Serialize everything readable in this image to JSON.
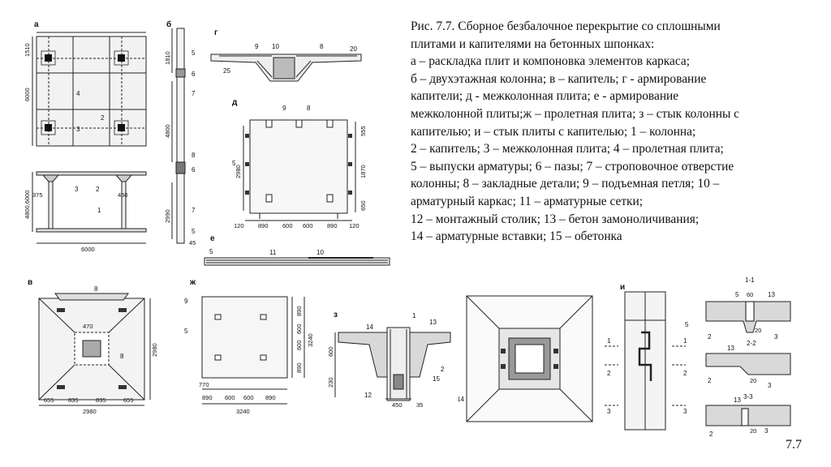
{
  "caption": {
    "lines": [
      "Рис. 7.7. Сборное безбалочное перекрытие со сплошными",
      "плитами и капителями на бетонных шпонках:",
      "а – раскладка плит и компоновка элементов каркаса;",
      "б – двухэтажная колонна; в – капитель; г - армирование",
      "капители; д -  межколонная плита; е - армирование",
      "межколонной плиты;ж – пролетная плита; з – стык колонны с",
      "капителью; и – стык плиты с капителью; 1 – колонна;",
      "2 – капитель; 3 – межколонная плита; 4 – пролетная плита;",
      " 5 – выпуски арматуры; 6 – пазы; 7 – строповочное отверстие",
      "колонны; 8 – закладные детали; 9 – подъемная петля; 10 –",
      "арматурный каркас; 11 – арматурные сетки;",
      "12 – монтажный столик; 13 – бетон замоноличивания;",
      "14 – арматурные вставки; 15 – обетонка"
    ]
  },
  "page_number": "7.7",
  "panels": {
    "a": {
      "label": "а",
      "dims": {
        "top": "1510",
        "left_plan": "6000",
        "left_sec": "4800,6000",
        "d375": "375",
        "d450": "450",
        "bottom": "6000"
      },
      "marks": {
        "m4": "4",
        "m3": "3",
        "m2": "2",
        "s3": "3",
        "s2": "2",
        "s1": "1"
      }
    },
    "b": {
      "label": "б",
      "dims": {
        "d1810": "1810",
        "d4800": "4800",
        "d2990": "2990",
        "d45": "45"
      },
      "marks": {
        "m5a": "5",
        "m6a": "6",
        "m7a": "7",
        "m8": "8",
        "m6b": "6",
        "m7b": "7",
        "m5b": "5"
      }
    },
    "g": {
      "label": "г",
      "marks": {
        "m9": "9",
        "m10": "10",
        "m8": "8",
        "m20": "20",
        "m25": "25"
      }
    },
    "d": {
      "label": "д",
      "dims": {
        "left": "2980",
        "r555": "555",
        "r1870": "1870",
        "r650": "650",
        "b120a": "120",
        "b890a": "890",
        "b600a": "600",
        "b600b": "600",
        "b890b": "890",
        "b120b": "120"
      },
      "marks": {
        "m9": "9",
        "m8": "8",
        "m5": "5"
      }
    },
    "e": {
      "label": "е",
      "marks": {
        "m5": "5",
        "m11": "11",
        "m10": "10"
      }
    },
    "v": {
      "label": "в",
      "marks": {
        "top8": "8",
        "r8": "8"
      },
      "dims": {
        "d470": "470",
        "right": "2980",
        "b655a": "655",
        "b835a": "835",
        "b835b": "835",
        "b655b": "655",
        "total": "2980"
      }
    },
    "zh": {
      "label": "ж",
      "marks": {
        "m9": "9",
        "m5": "5"
      },
      "dims": {
        "r890a": "890",
        "r600a": "600",
        "r600b": "600",
        "r890b": "890",
        "r3240": "3240",
        "b770": "770",
        "b890a": "890",
        "b600a": "600",
        "b600b": "600",
        "b890b": "890",
        "total": "3240"
      }
    },
    "z": {
      "label": "з",
      "marks": {
        "m14": "14",
        "m1": "1",
        "m13": "13",
        "m2": "2",
        "m15": "15",
        "m12": "12",
        "m14b": "14"
      },
      "dims": {
        "d600": "600",
        "d230": "230",
        "d450": "450",
        "d35": "35"
      }
    },
    "i": {
      "label": "и",
      "marks": {
        "m5": "5",
        "s1a": "1",
        "s1b": "1",
        "s2a": "2",
        "s2b": "2",
        "s3a": "3",
        "s3b": "3"
      },
      "sections": {
        "t11": "1-1",
        "m5": "5",
        "d60": "60",
        "m13a": "13",
        "t22": "2-2",
        "d20a": "20",
        "m3a": "3",
        "m2a": "2",
        "m13b": "13",
        "m2b": "2",
        "d20b": "20",
        "m3b": "3",
        "t33": "3-3",
        "m13c": "13",
        "d20c": "20",
        "m3c": "3",
        "m2c": "2"
      }
    }
  }
}
